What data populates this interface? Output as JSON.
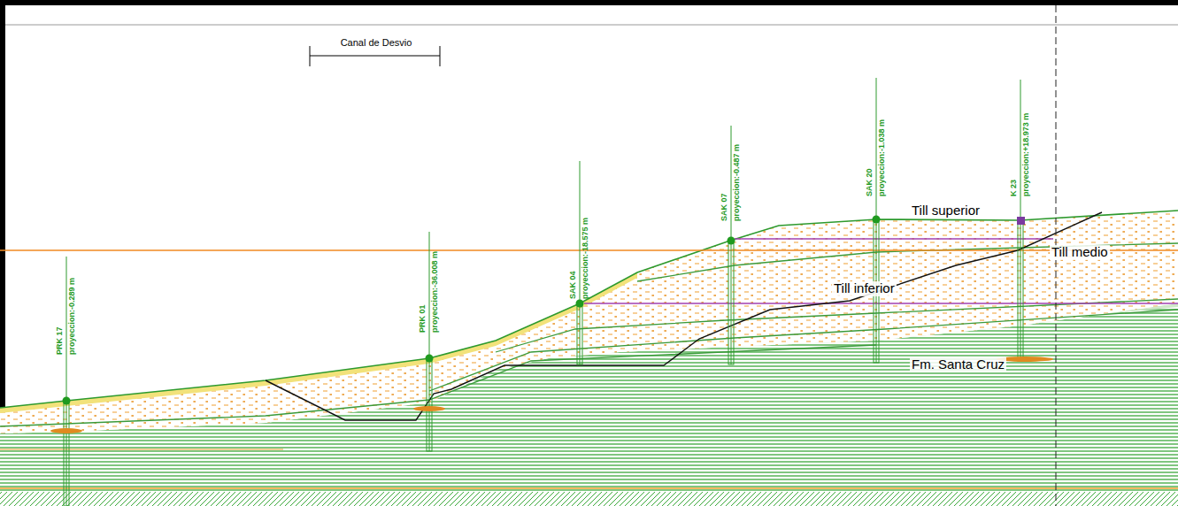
{
  "diagram": {
    "labels": [
      "Canal de Desvio",
      "PRK 17",
      "proyeccion:-0.289 m",
      "PRK 01",
      "proyeccion:-36.008 m",
      "SAK 04",
      "proyeccion:-18.575 m",
      "SAK 07",
      "proyeccion:-0.487 m",
      "SAK 20",
      "proyeccion:-1.038 m",
      "K 23",
      "proyeccion:+18.973 m",
      "Till superior",
      "Till medio",
      "Till inferior",
      "Fm. Santa Cruz"
    ]
  }
}
